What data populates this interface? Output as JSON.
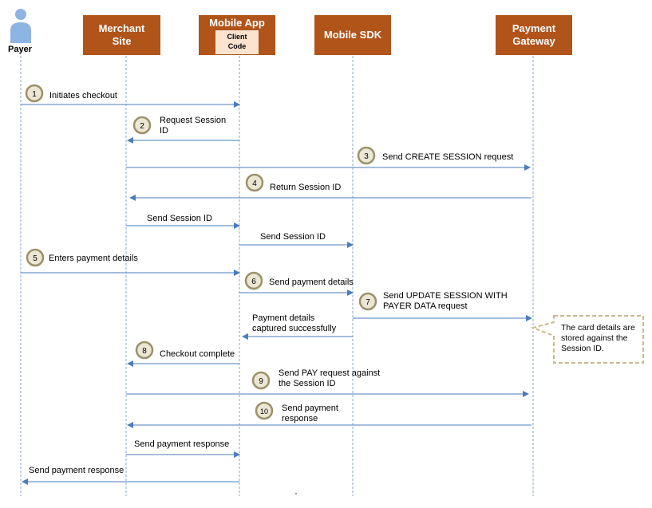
{
  "actors": {
    "payer": "Payer",
    "merchant": [
      "Merchant",
      "Site"
    ],
    "mobile_app": "Mobile App",
    "client_code": [
      "Client",
      "Code"
    ],
    "sdk": "Mobile SDK",
    "gateway": [
      "Payment",
      "Gateway"
    ]
  },
  "steps": [
    {
      "num": "1",
      "lines": [
        "Initiates checkout"
      ]
    },
    {
      "num": "2",
      "lines": [
        "Request Session",
        "ID"
      ]
    },
    {
      "num": "3",
      "lines": [
        "Send CREATE SESSION request"
      ]
    },
    {
      "num": "4",
      "lines": [
        "Return Session ID"
      ]
    },
    {
      "num": "",
      "lines": [
        "Send Session ID"
      ]
    },
    {
      "num": "",
      "lines": [
        "Send Session ID"
      ]
    },
    {
      "num": "5",
      "lines": [
        "Enters payment details"
      ]
    },
    {
      "num": "6",
      "lines": [
        "Send payment details"
      ]
    },
    {
      "num": "7",
      "lines": [
        "Send UPDATE SESSION WITH",
        "PAYER DATA request"
      ]
    },
    {
      "num": "",
      "lines": [
        "Payment details",
        "captured successfully"
      ]
    },
    {
      "num": "8",
      "lines": [
        "Checkout complete"
      ]
    },
    {
      "num": "9",
      "lines": [
        "Send PAY request against",
        "the Session ID"
      ]
    },
    {
      "num": "10",
      "lines": [
        "Send payment",
        "response"
      ]
    },
    {
      "num": "",
      "lines": [
        "Send payment response"
      ]
    },
    {
      "num": "",
      "lines": [
        "Send payment response"
      ]
    }
  ],
  "note": [
    "The card details are",
    "stored  against the",
    "Session ID."
  ],
  "colors": {
    "actor_fill": "#b0541a",
    "client_code_fill": "#fbe3d0",
    "arrow": "#4a7ebb",
    "lifeline": "#8aa7cc",
    "circle_fill": "#ece7d4",
    "circle_stroke": "#9b9168",
    "note_border": "#c9b98f",
    "payer_icon": "#8eb4e3"
  }
}
